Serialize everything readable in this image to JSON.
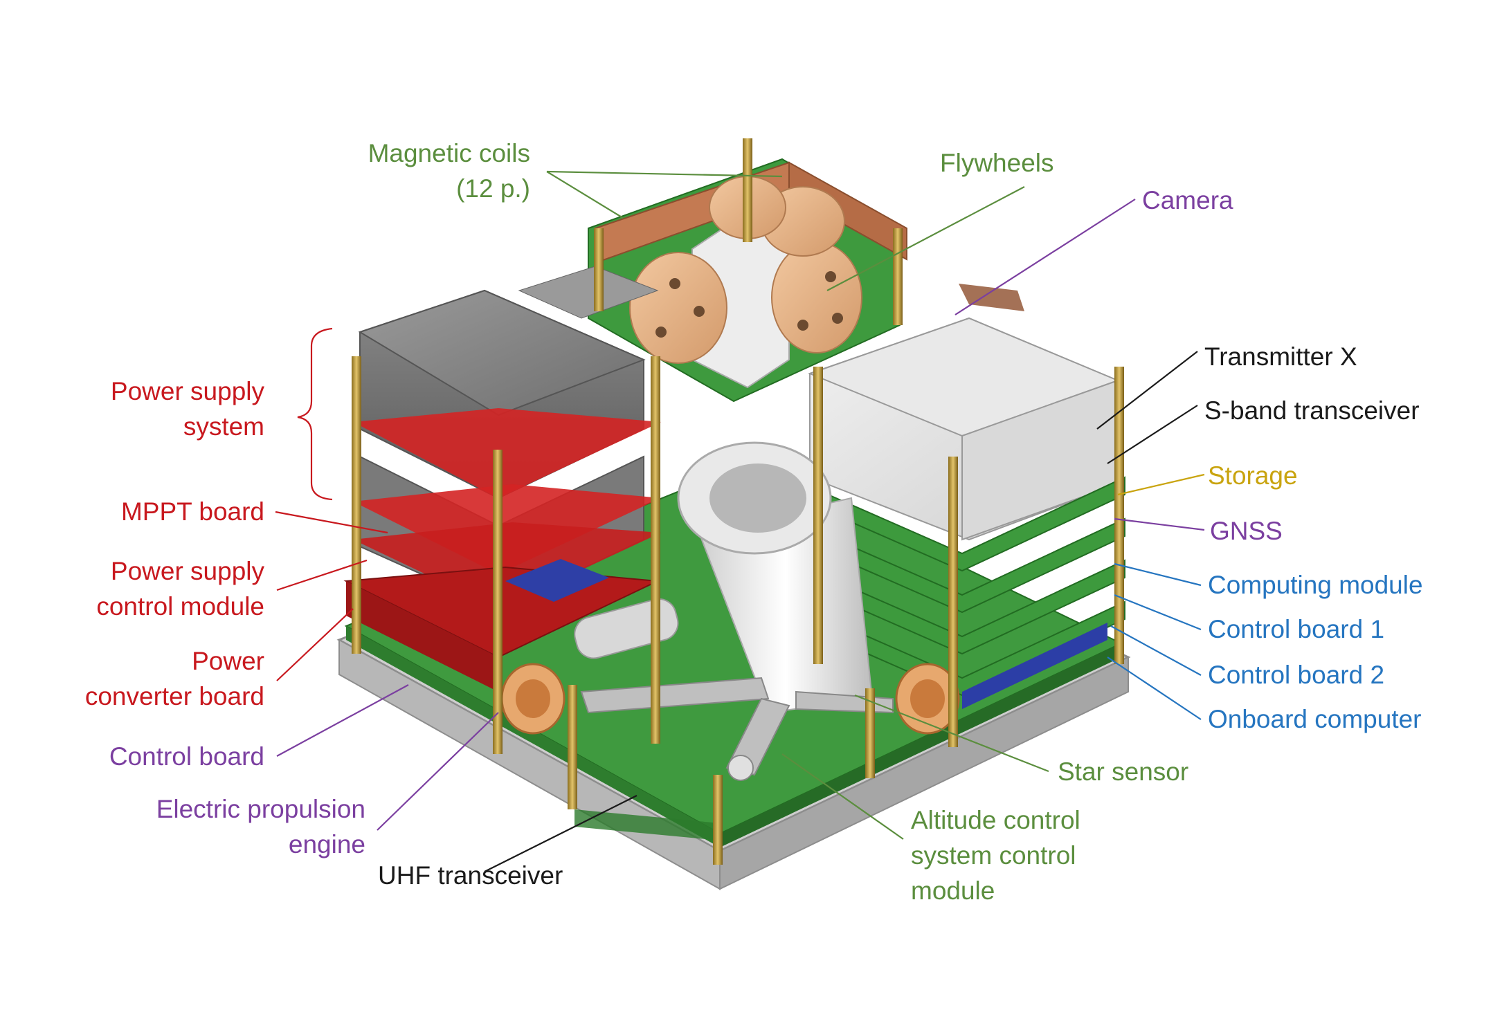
{
  "colors": {
    "green": "#5b8e3e",
    "purple": "#7b3fa0",
    "red": "#c8181e",
    "black": "#1a1a1a",
    "gold": "#c9a40f",
    "blue": "#2575c0"
  },
  "labels": {
    "magnetic_coils": {
      "lines": [
        "Magnetic coils",
        "(12 p.)"
      ],
      "color": "green"
    },
    "flywheels": {
      "lines": [
        "Flywheels"
      ],
      "color": "green"
    },
    "camera": {
      "lines": [
        "Camera"
      ],
      "color": "purple"
    },
    "transmitter_x": {
      "lines": [
        "Transmitter X"
      ],
      "color": "black"
    },
    "s_band": {
      "lines": [
        "S-band transceiver"
      ],
      "color": "black"
    },
    "storage": {
      "lines": [
        "Storage"
      ],
      "color": "gold"
    },
    "gnss": {
      "lines": [
        "GNSS"
      ],
      "color": "purple"
    },
    "computing_module": {
      "lines": [
        "Computing module"
      ],
      "color": "blue"
    },
    "control_board_1": {
      "lines": [
        "Control board 1"
      ],
      "color": "blue"
    },
    "control_board_2": {
      "lines": [
        "Control board 2"
      ],
      "color": "blue"
    },
    "onboard_computer": {
      "lines": [
        "Onboard computer"
      ],
      "color": "blue"
    },
    "star_sensor": {
      "lines": [
        "Star sensor"
      ],
      "color": "green"
    },
    "altitude_control": {
      "lines": [
        "Altitude control",
        "system control",
        "module"
      ],
      "color": "green"
    },
    "uhf_transceiver": {
      "lines": [
        "UHF transceiver"
      ],
      "color": "black"
    },
    "electric_propulsion": {
      "lines": [
        "Electric propulsion",
        "engine"
      ],
      "color": "purple"
    },
    "control_board": {
      "lines": [
        "Control board"
      ],
      "color": "purple"
    },
    "power_converter": {
      "lines": [
        "Power",
        "converter board"
      ],
      "color": "red"
    },
    "power_supply_control": {
      "lines": [
        "Power supply",
        "control module"
      ],
      "color": "red"
    },
    "mppt_board": {
      "lines": [
        "MPPT board"
      ],
      "color": "red"
    },
    "power_supply_system": {
      "lines": [
        "Power supply",
        "system"
      ],
      "color": "red"
    }
  }
}
